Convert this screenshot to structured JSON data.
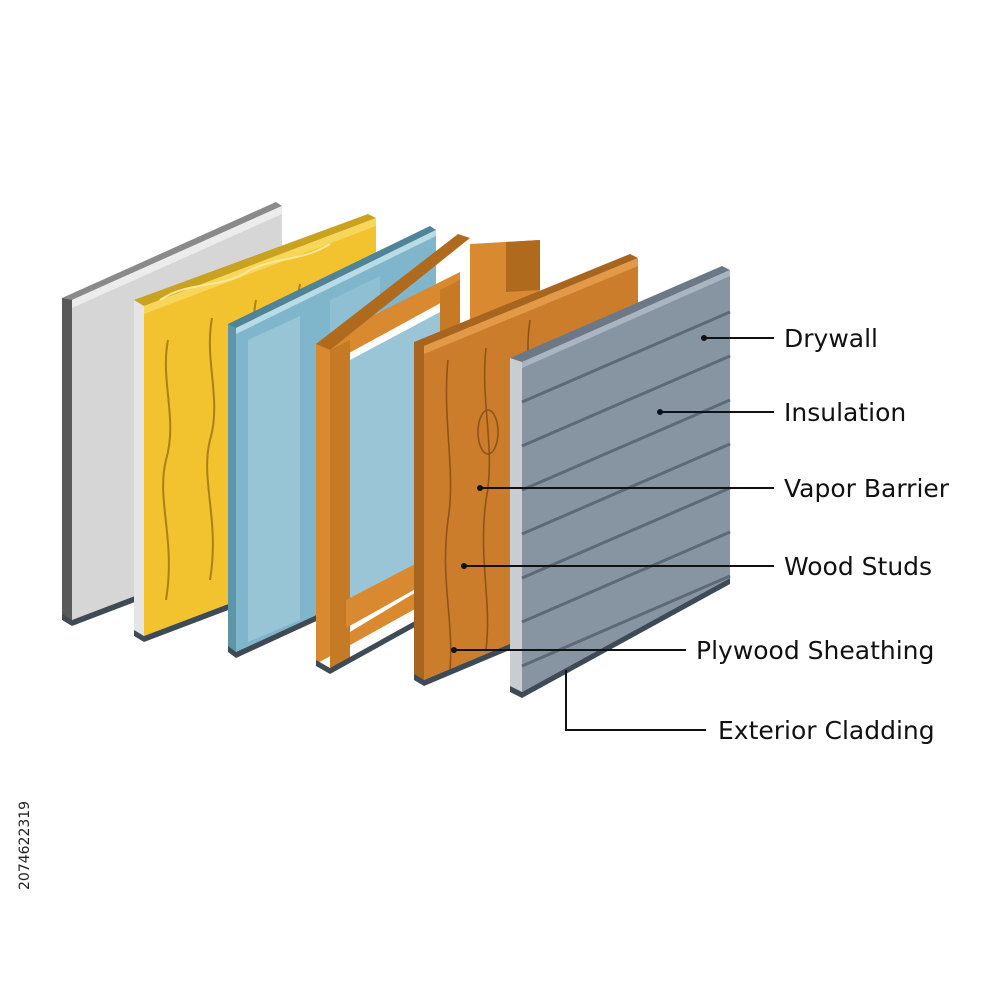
{
  "labels": {
    "drywall": "Drywall",
    "insulation": "Insulation",
    "vapor_barrier": "Vapor Barrier",
    "wood_studs": "Wood Studs",
    "plywood_sheathing": "Plywood Sheathing",
    "exterior_cladding": "Exterior Cladding"
  },
  "stock_id": "2074622319",
  "colors": {
    "drywall": "#d6d6d6",
    "insulation": "#f2c32e",
    "vapor_barrier": "#7fb6cc",
    "wood_studs": "#d9892f",
    "plywood": "#cc7d2c",
    "cladding": "#8795a3",
    "leader": "#111111"
  }
}
